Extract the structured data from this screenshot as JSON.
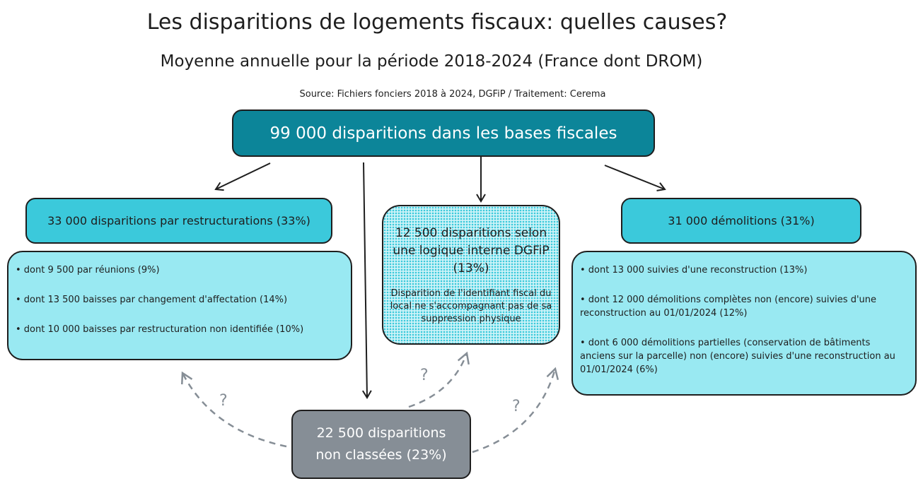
{
  "title": "Les disparitions de logements fiscaux: quelles causes?",
  "subtitle": "Moyenne annuelle pour la période 2018-2024 (France dont DROM)",
  "source": "Source: Fichiers fonciers 2018 à 2024, DGFiP / Traitement: Cerema",
  "top_box": "99 000 disparitions dans les bases fiscales",
  "left": {
    "header": "33 000 disparitions par restructurations (33%)",
    "items": [
      "• dont 9 500 par réunions (9%)",
      "• dont 13 500 baisses par changement d'affectation (14%)",
      "• dont 10 000 baisses par restructuration non identifiée (10%)"
    ]
  },
  "middle": {
    "header": "12 500 disparitions selon une logique interne DGFiP (13%)",
    "note": "Disparition de l'identifiant fiscal du local ne s'accompagnant pas de sa suppression physique"
  },
  "right": {
    "header": "31 000 démolitions (31%)",
    "items": [
      "• dont 13 000 suivies d'une reconstruction (13%)",
      "• dont 12 000 démolitions complètes non (encore) suivies d'une reconstruction au 01/01/2024 (12%)",
      "• dont 6 000 démolitions partielles (conservation de bâtiments anciens sur la parcelle) non (encore) suivies d'une reconstruction au 01/01/2024 (6%)"
    ]
  },
  "unclassified": {
    "line1": "22 500 disparitions",
    "line2": "non classées (23%)"
  },
  "question_mark": "?",
  "colors": {
    "top": "#0c8599",
    "header": "#3bc9db",
    "detail": "#99e9f2",
    "grey": "#868e96"
  }
}
